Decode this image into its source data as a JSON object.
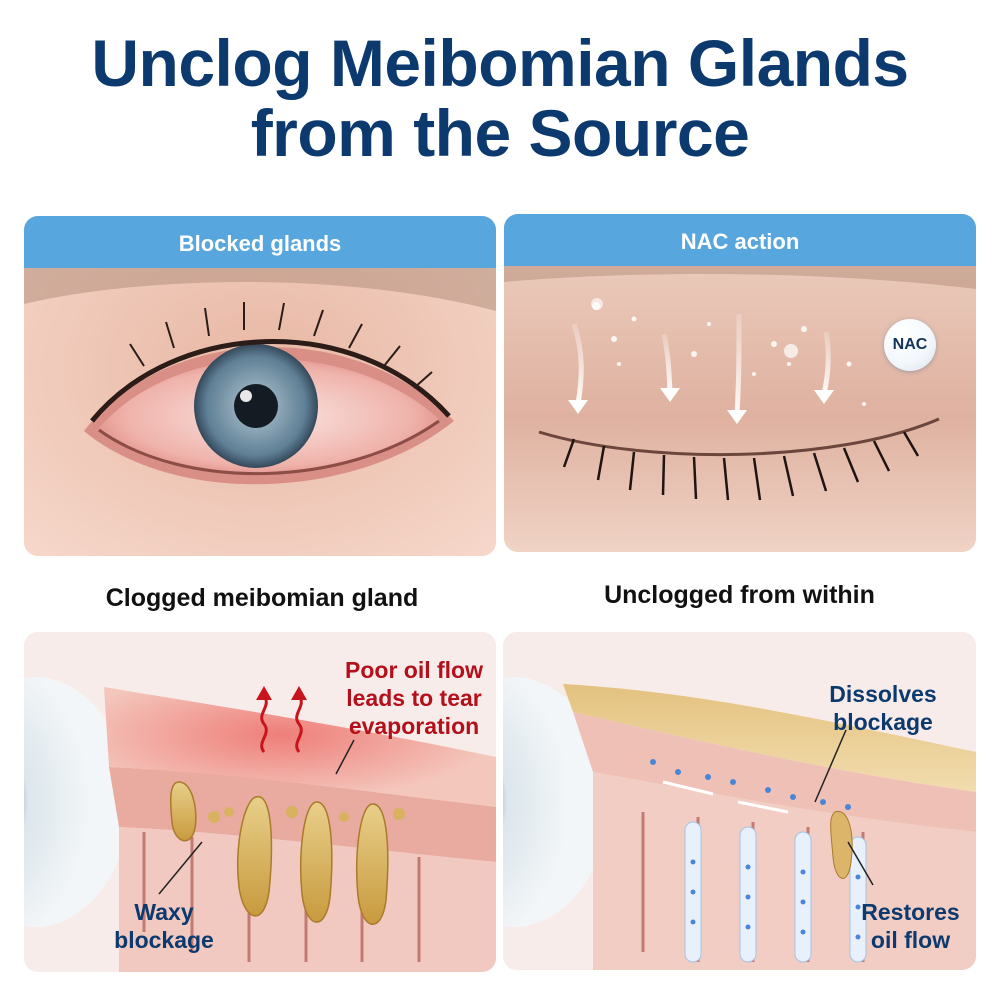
{
  "title": {
    "line1": "Unclog Meibomian Glands",
    "line2": "from the Source"
  },
  "panels": {
    "top_left": {
      "header": "Blocked glands"
    },
    "top_right": {
      "header": "NAC action",
      "bubble_label": "NAC"
    }
  },
  "captions": {
    "left": "Clogged meibomian gland",
    "right": "Unclogged from within"
  },
  "annotations": {
    "poor_oil_flow": [
      "Poor oil flow",
      "leads to tear",
      "evaporation"
    ],
    "waxy_blockage": [
      "Waxy",
      "blockage"
    ],
    "dissolves_blockage": [
      "Dissolves",
      "blockage"
    ],
    "restores_oil_flow": [
      "Restores",
      "oil flow"
    ]
  },
  "colors": {
    "title": "#0d3a6e",
    "header_bg": "#58a6de",
    "warning_text": "#b3101b",
    "info_text": "#0d3a6e"
  }
}
